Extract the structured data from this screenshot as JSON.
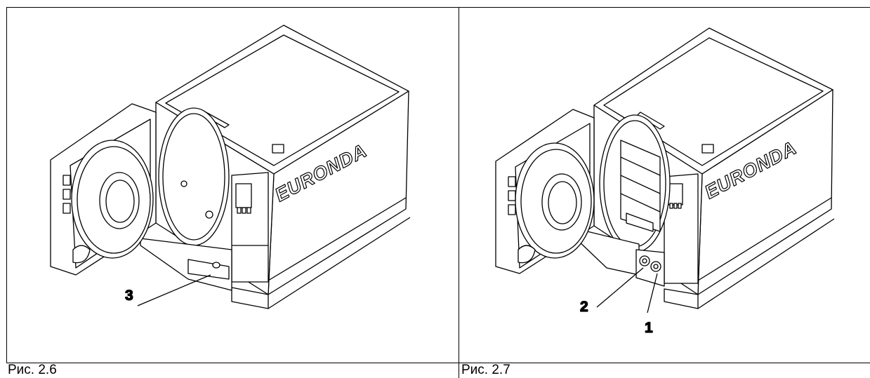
{
  "figures": [
    {
      "caption": "Рис. 2.6",
      "brand": "EURONDA",
      "callouts": [
        "3"
      ]
    },
    {
      "caption": "Рис. 2.7",
      "brand": "EURONDA",
      "callouts": [
        "2",
        "1"
      ]
    }
  ]
}
